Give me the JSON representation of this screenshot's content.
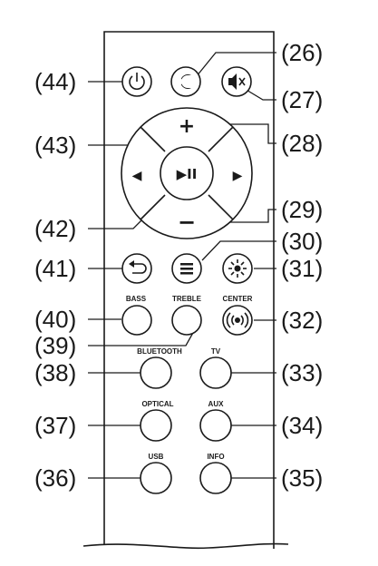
{
  "callouts": {
    "c26": "(26)",
    "c27": "(27)",
    "c28": "(28)",
    "c29": "(29)",
    "c30": "(30)",
    "c31": "(31)",
    "c32": "(32)",
    "c33": "(33)",
    "c34": "(34)",
    "c35": "(35)",
    "c36": "(36)",
    "c37": "(37)",
    "c38": "(38)",
    "c39": "(39)",
    "c40": "(40)",
    "c41": "(41)",
    "c42": "(42)",
    "c43": "(43)",
    "c44": "(44)"
  },
  "button_labels": {
    "bass": "BASS",
    "treble": "TREBLE",
    "center": "CENTER",
    "bluetooth": "BLUETOOTH",
    "tv": "TV",
    "optical": "OPTICAL",
    "aux": "AUX",
    "usb": "USB",
    "info": "INFO"
  },
  "dpad_symbols": {
    "plus": "+",
    "minus": "−",
    "left": "◀",
    "right": "▶",
    "play_pause": "▶II"
  },
  "icons": {
    "power": "power-icon",
    "input": "input-source-icon",
    "mute": "mute-icon",
    "back": "back-icon",
    "menu": "menu-icon",
    "brightness": "brightness-icon",
    "surround": "surround-sound-icon"
  }
}
